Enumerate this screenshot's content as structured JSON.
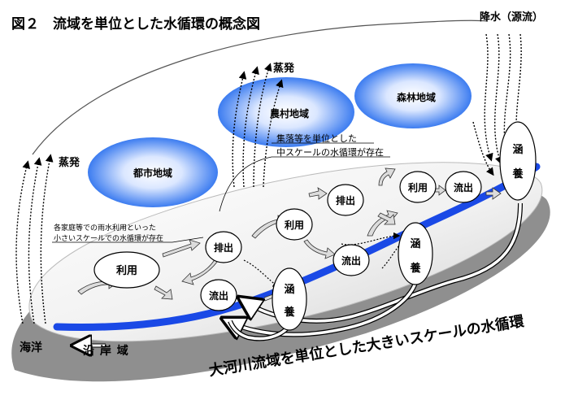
{
  "title": "図２　流域を単位とした水循環の概念図",
  "labels": {
    "precipitation_source": "降水（源流）",
    "evaporation_left": "蒸発",
    "evaporation_top": "蒸発",
    "ocean": "海洋",
    "coastal_area": "沿 岸 域"
  },
  "regions": {
    "urban": "都市地域",
    "rural": "農村地域",
    "forest": "森林地域"
  },
  "nodes": {
    "use_large": "利用",
    "discharge_left": "排出",
    "runoff_left": "流出",
    "recharge_mid_1": "涵",
    "recharge_mid_2": "養",
    "use_mid": "利用",
    "discharge_mid": "排出",
    "runoff_mid": "流出",
    "recharge_right_1": "涵",
    "recharge_right_2": "養",
    "use_upper": "利用",
    "runoff_upper": "流出",
    "recharge_top_1": "涵",
    "recharge_top_2": "養"
  },
  "notes": {
    "small_scale_1": "各家庭等での雨水利用といった",
    "small_scale_2": "小さいスケールでの水循環が存在",
    "medium_scale_1": "集落等を単位とした",
    "medium_scale_2": "中スケールの水循環が存在",
    "large_scale": "大河川流域を単位とした大きいスケールの水循環"
  },
  "colors": {
    "river": "#1a49e6",
    "region_glow": "#3c7cf0",
    "ellipse_shadow": "#9a9a9a"
  }
}
